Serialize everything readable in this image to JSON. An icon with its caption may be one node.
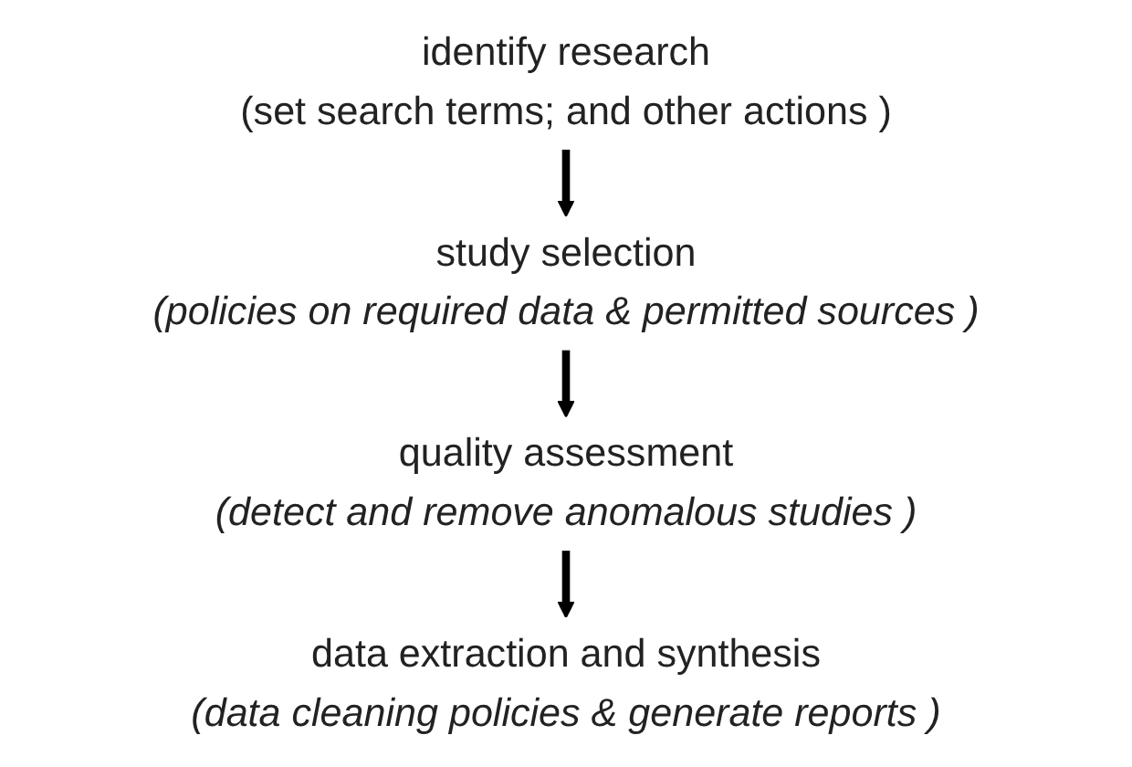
{
  "diagram": {
    "nodes": [
      {
        "text": [
          "identify research",
          "(set search terms; and other actions )"
        ]
      },
      {
        "text": [
          "study selection",
          "(policies on required data & permitted sources )"
        ]
      },
      {
        "text": [
          "quality assessment",
          "(detect and remove anomalous studies )"
        ]
      },
      {
        "text": [
          "data extraction and synthesis",
          "(data cleaning policies & generate reports )"
        ]
      }
    ],
    "edges": [
      {
        "from": 0,
        "to": 1,
        "arrow": "to"
      },
      {
        "from": 1,
        "to": 2,
        "arrow": "to"
      },
      {
        "from": 2,
        "to": 3,
        "arrow": "to"
      }
    ]
  }
}
